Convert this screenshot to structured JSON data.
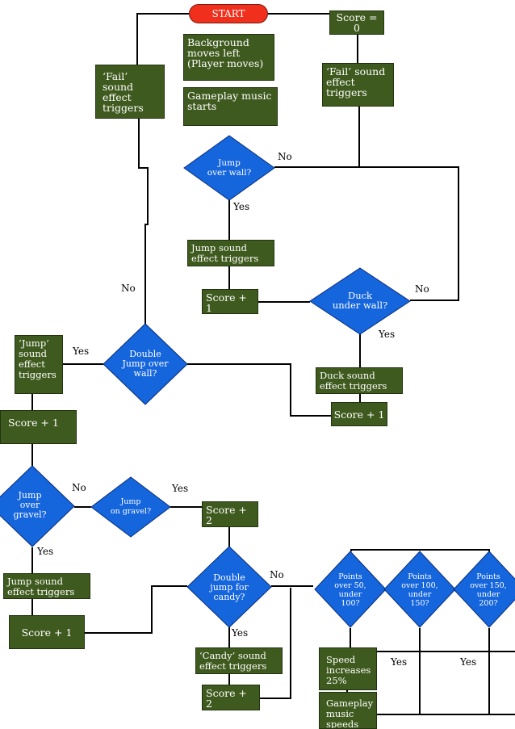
{
  "start": "START",
  "boxes": {
    "score_zero": "Score = 0",
    "bg_moves": "Background moves left\n(Player moves)",
    "music_starts": "Gameplay music starts",
    "fail_left": "‘Fail’ sound effect triggers",
    "fail_right": "‘Fail’ sound effect triggers",
    "jump_sfx_top": "Jump sound effect triggers",
    "score_plus1_a": "Score + 1",
    "duck_sfx": "Duck sound effect triggers",
    "score_plus1_b": "Score + 1",
    "jump_sfx_left": "‘Jump’ sound effect triggers",
    "score_plus1_c": "Score + 1",
    "score_plus2_a": "Score + 2",
    "jump_sfx_bottom": "Jump sound effect triggers",
    "score_plus1_d": "Score + 1",
    "candy_sfx": "‘Candy’ sound effect triggers",
    "score_plus2_b": "Score + 2",
    "speed_up": "Speed increases 25%",
    "music_speeds": "Gameplay music speeds up"
  },
  "decisions": {
    "jump_wall": "Jump\nover wall?",
    "duck_wall": "Duck\nunder wall?",
    "double_jump_wall": "Double\nJump over\nwall?",
    "jump_gravel": "Jump\nover\ngravel?",
    "jump_on_gravel": "Jump\non gravel?",
    "double_jump_candy": "Double\njump for\ncandy?",
    "points_50": "Points\nover 50,\nunder\n100?",
    "points_100": "Points\nover 100,\nunder\n150?",
    "points_150": "Points\nover 150,\nunder\n200?"
  },
  "labels": {
    "no_jump_wall": "No",
    "yes_jump_wall": "Yes",
    "no_left": "No",
    "no_duck": "No",
    "yes_duck": "Yes",
    "yes_double_wall": "Yes",
    "no_gravel": "No",
    "yes_on_gravel": "Yes",
    "yes_gravel": "Yes",
    "no_candy": "No",
    "yes_candy": "Yes",
    "yes_points_a": "Yes",
    "yes_points_b": "Yes"
  },
  "colors": {
    "box_fill": "#3f5a1e",
    "decision_fill": "#1565dd",
    "start_fill": "#f0301c",
    "line": "#000000"
  }
}
